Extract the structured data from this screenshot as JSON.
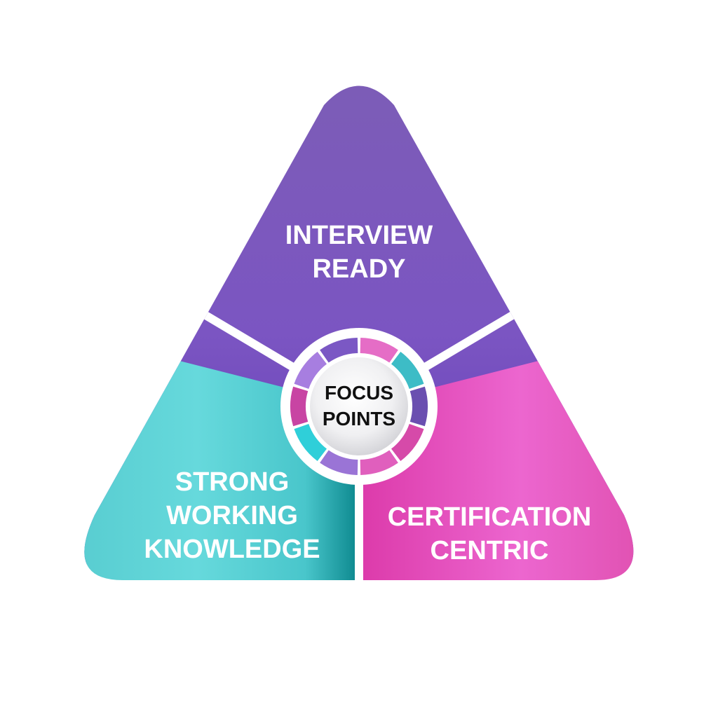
{
  "diagram": {
    "center_label": [
      "FOCUS",
      "POINTS"
    ],
    "segments": {
      "top": {
        "lines": [
          "INTERVIEW",
          "READY"
        ]
      },
      "left": {
        "lines": [
          "STRONG",
          "WORKING",
          "KNOWLEDGE"
        ]
      },
      "right": {
        "lines": [
          "CERTIFICATION",
          "CENTRIC"
        ]
      }
    },
    "colors": {
      "purple_light": "#8e6cc0",
      "purple_dark": "#5d38b4",
      "teal_light": "#64d8d8",
      "teal_dark": "#0d8f94",
      "pink_light": "#ea74c9",
      "pink_dark": "#de3dac",
      "label_white": "#ffffff",
      "center_text": "#111111"
    }
  }
}
